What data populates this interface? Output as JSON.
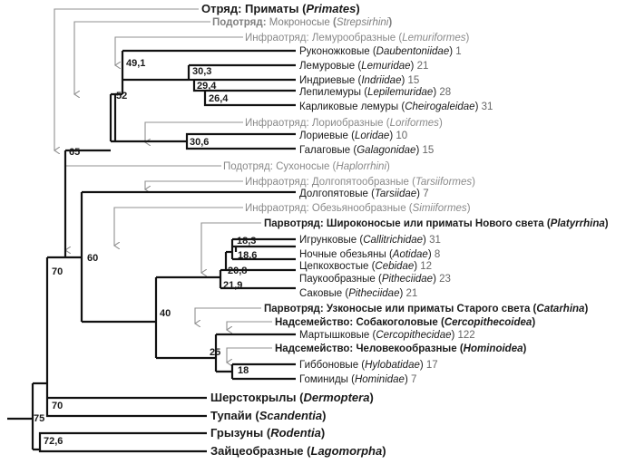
{
  "colors": {
    "branch": "#111111",
    "arrow": "#909090",
    "grey_text": "#8a8a8a",
    "count": "#666666"
  },
  "taxa": [
    {
      "id": "t0",
      "rank": "Отряд: ",
      "name": "Приматы",
      "latin": "Primates",
      "count": ""
    },
    {
      "id": "t1",
      "rank": "Подотряд: ",
      "name": "Мокроносые",
      "latin": "Strepsirhini",
      "count": ""
    },
    {
      "id": "t2",
      "rank": "Инфраотряд: ",
      "name": "Лемурообразные",
      "latin": "Lemuriformes",
      "count": ""
    },
    {
      "id": "t3",
      "rank": "",
      "name": "Руконожковые",
      "latin": "Daubentoniidae",
      "count": "1"
    },
    {
      "id": "t4",
      "rank": "",
      "name": "Лемуровые",
      "latin": "Lemuridae",
      "count": "21"
    },
    {
      "id": "t5",
      "rank": "",
      "name": "Индриевые",
      "latin": "Indriidae",
      "count": "15"
    },
    {
      "id": "t6",
      "rank": "",
      "name": "Лепилемуры",
      "latin": "Lepilemuridae",
      "count": "28"
    },
    {
      "id": "t7",
      "rank": "",
      "name": "Карликовые лемуры",
      "latin": "Cheirogaleidae",
      "count": "31"
    },
    {
      "id": "t8",
      "rank": "Инфраотряд: ",
      "name": "Лориобразные",
      "latin": "Loriformes",
      "count": ""
    },
    {
      "id": "t9",
      "rank": "",
      "name": "Лориевые",
      "latin": "Loridae",
      "count": "10"
    },
    {
      "id": "t10",
      "rank": "",
      "name": "Галаговые",
      "latin": "Galagonidae",
      "count": "15"
    },
    {
      "id": "t11",
      "rank": "Подотряд: ",
      "name": "Сухоносые",
      "latin": "Haplorrhini",
      "count": ""
    },
    {
      "id": "t12",
      "rank": "Инфраотряд: ",
      "name": "Долгопятообразные",
      "latin": "Tarsiiformes",
      "count": ""
    },
    {
      "id": "t13",
      "rank": "",
      "name": "Долгопятовые",
      "latin": "Tarsiidae",
      "count": "7"
    },
    {
      "id": "t14",
      "rank": "Инфраотряд: ",
      "name": "Обезьянообразные",
      "latin": "Simiiformes",
      "count": ""
    },
    {
      "id": "t15",
      "rank": "Парвотряд: ",
      "name": "Широконосые или приматы Нового света",
      "latin": "Platyrrhina",
      "count": ""
    },
    {
      "id": "t16",
      "rank": "",
      "name": "Игрунковые",
      "latin": "Callitrichidae",
      "count": "31"
    },
    {
      "id": "t17",
      "rank": "",
      "name": "Ночные обезьяны",
      "latin": "Aotidae",
      "count": "8"
    },
    {
      "id": "t18",
      "rank": "",
      "name": "Цепкохвостые",
      "latin": "Cebidae",
      "count": "12"
    },
    {
      "id": "t19",
      "rank": "",
      "name": "Паукообразные",
      "latin": "Pitheciidae",
      "count": "23"
    },
    {
      "id": "t20",
      "rank": "",
      "name": "Саковые",
      "latin": "Pitheciidae",
      "count": "21"
    },
    {
      "id": "t21",
      "rank": "Парвотряд: ",
      "name": "Узконосые или приматы Старого света",
      "latin": "Catarhina",
      "count": ""
    },
    {
      "id": "t22",
      "rank": "Надсемейство: ",
      "name": "Собакоголовые",
      "latin": "Cercopithecoidea",
      "count": ""
    },
    {
      "id": "t23",
      "rank": "",
      "name": "Мартышковые",
      "latin": "Cercopithecidae",
      "count": "122"
    },
    {
      "id": "t24",
      "rank": "Надсемейство: ",
      "name": "Человекообразные",
      "latin": "Hominoidea",
      "count": ""
    },
    {
      "id": "t25",
      "rank": "",
      "name": "Гиббоновые",
      "latin": "Hylobatidae",
      "count": "17"
    },
    {
      "id": "t26",
      "rank": "",
      "name": "Гоминиды",
      "latin": "Hominidae",
      "count": "7"
    },
    {
      "id": "t27",
      "rank": "",
      "name": "Шерстокрылы",
      "latin": "Dermoptera",
      "count": ""
    },
    {
      "id": "t28",
      "rank": "",
      "name": "Тупайи",
      "latin": "Scandentia",
      "count": ""
    },
    {
      "id": "t29",
      "rank": "",
      "name": "Грызуны",
      "latin": "Rodentia",
      "count": ""
    },
    {
      "id": "t30",
      "rank": "",
      "name": "Зайцеобразные",
      "latin": "Lagomorpha",
      "count": ""
    }
  ],
  "node_labels": [
    {
      "id": "n0",
      "text": "49,1"
    },
    {
      "id": "n1",
      "text": "30,3"
    },
    {
      "id": "n2",
      "text": "29,4"
    },
    {
      "id": "n3",
      "text": "26,4"
    },
    {
      "id": "n4",
      "text": "52"
    },
    {
      "id": "n5",
      "text": "30,6"
    },
    {
      "id": "n6",
      "text": "65"
    },
    {
      "id": "n7",
      "text": "60"
    },
    {
      "id": "n8",
      "text": "18,3"
    },
    {
      "id": "n9",
      "text": "18,6"
    },
    {
      "id": "n10",
      "text": "20,8"
    },
    {
      "id": "n11",
      "text": "21,9"
    },
    {
      "id": "n12",
      "text": "40"
    },
    {
      "id": "n13",
      "text": "25"
    },
    {
      "id": "n14",
      "text": "18"
    },
    {
      "id": "n15",
      "text": "70"
    },
    {
      "id": "n16",
      "text": "70"
    },
    {
      "id": "n17",
      "text": "75"
    },
    {
      "id": "n18",
      "text": "72,6"
    }
  ]
}
